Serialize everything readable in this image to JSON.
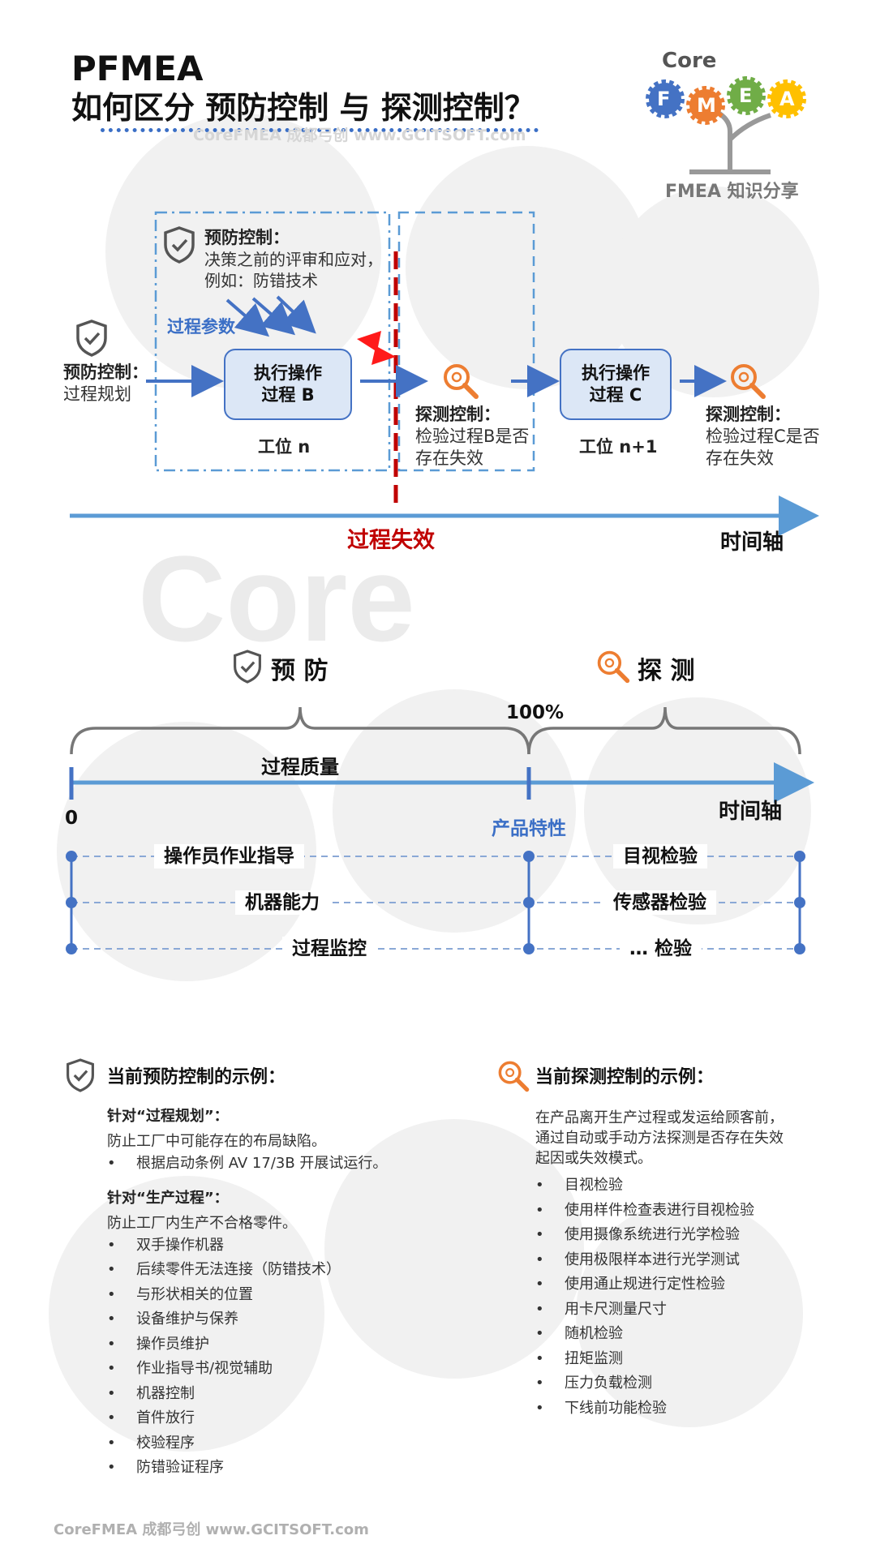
{
  "header": {
    "title": "PFMEA",
    "subtitle": "如何区分 预防控制 与 探测控制？",
    "watermark": "CoreFMEA 成都弓创 www.GCITSOFT.com"
  },
  "logo": {
    "word": "Core",
    "letters": [
      "F",
      "M",
      "E",
      "A"
    ],
    "caption": "FMEA 知识分享"
  },
  "diagram1": {
    "prevention_box": {
      "title": "预防控制：",
      "line1": "决策之前的评审和应对，",
      "line2": "例如：防错技术"
    },
    "process_params": "过程参数",
    "left_prevention": {
      "title": "预防控制：",
      "text": "过程规划"
    },
    "op_b": {
      "line1": "执行操作",
      "line2": "过程 B"
    },
    "op_c": {
      "line1": "执行操作",
      "line2": "过程 C"
    },
    "station_n": "工位 n",
    "station_n1": "工位 n+1",
    "detect_b": {
      "title": "探测控制：",
      "line1": "检验过程B是否",
      "line2": "存在失效"
    },
    "detect_c": {
      "title": "探测控制：",
      "line1": "检验过程C是否",
      "line2": "存在失效"
    },
    "failure": "过程失效",
    "time_axis": "时间轴"
  },
  "diagram2": {
    "prevent_label": "预 防",
    "detect_label": "探 测",
    "percent": "100%",
    "process_quality": "过程质量",
    "zero": "0",
    "product_char": "产品特性",
    "time_axis": "时间轴",
    "rows": [
      {
        "left": "操作员作业指导",
        "right": "目视检验"
      },
      {
        "left": "机器能力",
        "right": "传感器检验"
      },
      {
        "left": "过程监控",
        "right": "… 检验"
      }
    ]
  },
  "prevention_examples": {
    "heading": "当前预防控制的示例：",
    "group1": {
      "title": "针对“过程规划”：",
      "desc": "防止工厂中可能存在的布局缺陷。",
      "items": [
        "根据启动条例 AV 17/3B 开展试运行。"
      ]
    },
    "group2": {
      "title": "针对“生产过程”：",
      "desc": "防止工厂内生产不合格零件。",
      "items": [
        "双手操作机器",
        "后续零件无法连接（防错技术）",
        "与形状相关的位置",
        "设备维护与保养",
        "操作员维护",
        "作业指导书/视觉辅助",
        "机器控制",
        "首件放行",
        "校验程序",
        "防错验证程序"
      ]
    }
  },
  "detection_examples": {
    "heading": "当前探测控制的示例：",
    "desc1": "在产品离开生产过程或发运给顾客前，",
    "desc2": "通过自动或手动方法探测是否存在失效",
    "desc3": "起因或失效模式。",
    "items": [
      "目视检验",
      "使用样件检查表进行目视检验",
      "使用摄像系统进行光学检验",
      "使用极限样本进行光学测试",
      "使用通止规进行定性检验",
      "用卡尺测量尺寸",
      "随机检验",
      "扭矩监测",
      "压力负载检测",
      "下线前功能检验"
    ]
  },
  "footer": {
    "text": "CoreFMEA 成都弓创 www.GCITSOFT.com"
  },
  "colors": {
    "accent_blue": "#4472c4",
    "light_blue": "#5b9bd5",
    "orange": "#ed7d31",
    "red": "#c00000",
    "box_fill": "#dce7f6"
  }
}
